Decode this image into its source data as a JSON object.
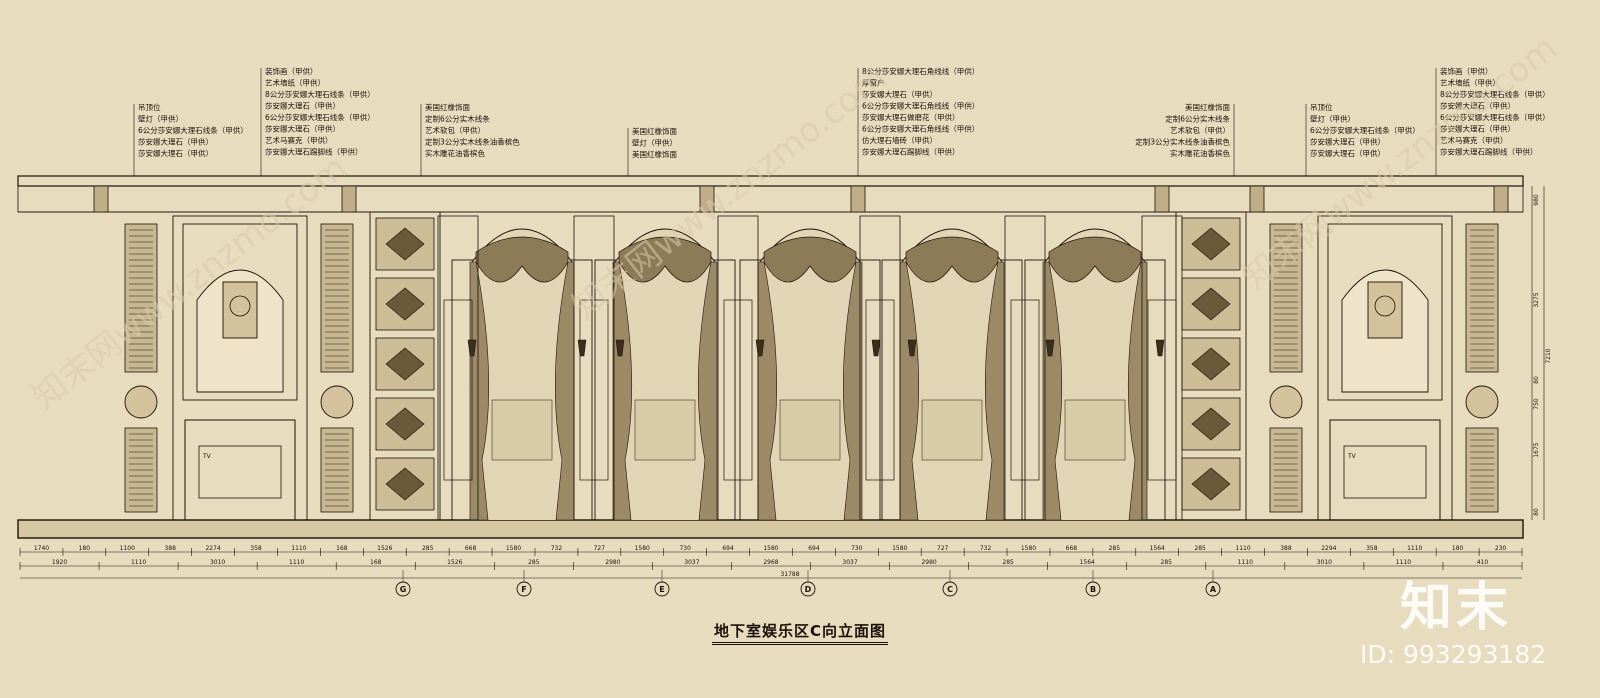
{
  "title": "地下室娱乐区C向立面图",
  "watermark": {
    "logo": "知末",
    "id": "ID: 993293182",
    "diagonal": "知末网www.znzmo.com"
  },
  "colors": {
    "background": "#e8dcbf",
    "ink": "#1a1208",
    "watermark": "#ffffff"
  },
  "annotations": [
    {
      "lines": [
        "吊顶位",
        "壁灯（甲供）",
        "6公分莎安娜大理石线条（甲供）",
        "莎安娜大理石（甲供）",
        "莎安娜大理石（甲供）"
      ]
    },
    {
      "lines": [
        "装饰画（甲供）",
        "艺术墙纸（甲供）",
        "8公分莎安娜大理石线条（甲供）",
        "莎安娜大理石（甲供）",
        "6公分莎安娜大理石线条（甲供）",
        "莎安娜大理石（甲供）",
        "艺术马赛克（甲供）",
        "莎安娜大理石踢脚线（甲供）"
      ]
    },
    {
      "lines": [
        "美国红橡饰面",
        "定制6公分实木线条",
        "艺术软包（甲供）",
        "定制3公分实木线条油香槟色",
        "实木雕花油香槟色"
      ]
    },
    {
      "lines": [
        "美国红橡饰面",
        "壁灯（甲供）",
        "美国红橡饰面"
      ]
    },
    {
      "lines": [
        "8公分莎安娜大理石角线线（甲供）",
        "厚窗户",
        "莎安娜大理石（甲供）",
        "6公分莎安娜大理石角线线（甲供）",
        "莎安娜大理石做磨花（甲供）",
        "6公分莎安娜大理石角线线（甲供）",
        "仿大理石墙砖（甲供）",
        "莎安娜大理石踢脚线（甲供）"
      ]
    },
    {
      "lines": [
        "美国红橡饰面",
        "定制6公分实木线条",
        "艺术软包（甲供）",
        "定制3公分实木线条油香槟色",
        "实木雕花油香槟色"
      ]
    },
    {
      "lines": [
        "吊顶位",
        "壁灯（甲供）",
        "6公分莎安娜大理石线条（甲供）",
        "莎安娜大理石（甲供）",
        "莎安娜大理石（甲供）"
      ]
    },
    {
      "lines": [
        "装饰画（甲供）",
        "艺术墙纸（甲供）",
        "8公分莎安娜大理石线条（甲供）",
        "莎安娜大理石（甲供）",
        "6公分莎安娜大理石线条（甲供）",
        "莎安娜大理石（甲供）",
        "艺术马赛克（甲供）",
        "莎安娜大理石踢脚线（甲供）"
      ]
    }
  ],
  "dim_row1": [
    "1740",
    "180",
    "1100",
    "388",
    "2274",
    "358",
    "1110",
    "168",
    "1526",
    "285",
    "668",
    "1580",
    "732",
    "727",
    "1580",
    "730",
    "694",
    "1580",
    "694",
    "730",
    "1580",
    "727",
    "732",
    "1580",
    "668",
    "285",
    "1564",
    "285",
    "1110",
    "388",
    "2294",
    "358",
    "1110",
    "180",
    "230"
  ],
  "dim_row2": [
    "1920",
    "1110",
    "3010",
    "1110",
    "168",
    "1526",
    "285",
    "2980",
    "3037",
    "2968",
    "3037",
    "2980",
    "285",
    "1564",
    "285",
    "1110",
    "3010",
    "1110",
    "410"
  ],
  "dim_total": "31788",
  "axes": [
    "G",
    "F",
    "E",
    "D",
    "C",
    "B",
    "A"
  ],
  "tv_label": "TV",
  "vertical_dims": [
    "980",
    "3275",
    "80",
    "750",
    "1675",
    "80"
  ],
  "vertical_total": "7210"
}
